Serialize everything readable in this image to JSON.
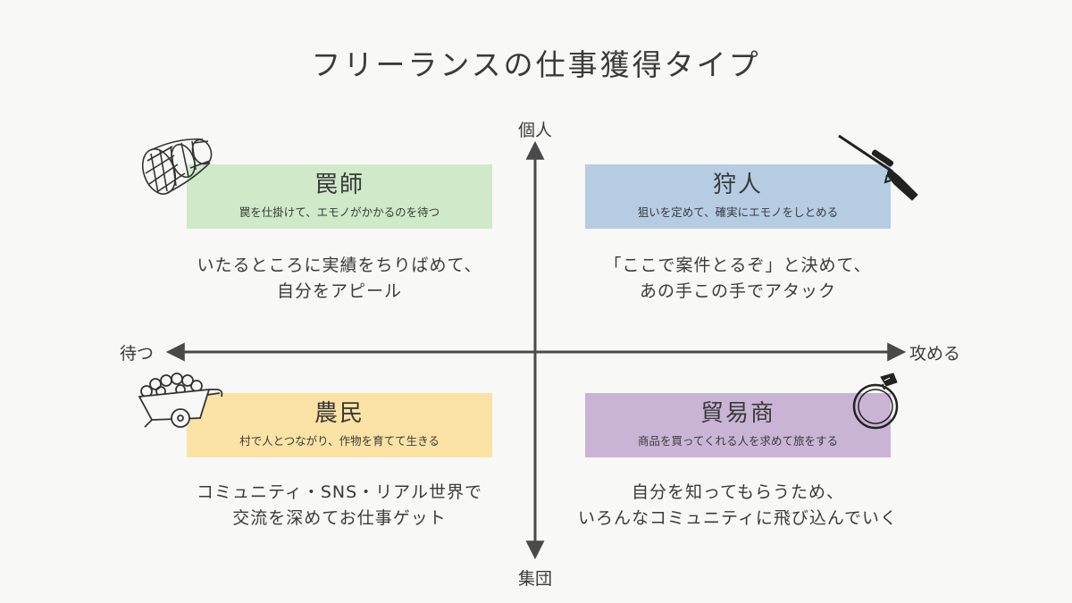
{
  "title": "フリーランスの仕事獲得タイプ",
  "axes": {
    "top": "個人",
    "bottom": "集団",
    "left": "待つ",
    "right": "攻める"
  },
  "quadrants": {
    "trapper": {
      "name": "罠師",
      "subtitle": "罠を仕掛けて、エモノがかかるのを待つ",
      "desc_line1": "いたるところに実績をちりばめて、",
      "desc_line2": "自分をアピール",
      "icon": "net-trap-icon",
      "color": "#cfe9c9"
    },
    "hunter": {
      "name": "狩人",
      "subtitle": "狙いを定めて、確実にエモノをしとめる",
      "desc_line1": "「ここで案件とるぞ」と決めて、",
      "desc_line2": "あの手この手でアタック",
      "icon": "rifle-icon",
      "color": "#b5cce3"
    },
    "farmer": {
      "name": "農民",
      "subtitle": "村で人とつながり、作物を育てて生きる",
      "desc_line1": "コミュニティ・SNS・リアル世界で",
      "desc_line2": "交流を深めてお仕事ゲット",
      "icon": "harvest-cart-icon",
      "color": "#fbe3a5"
    },
    "trader": {
      "name": "貿易商",
      "subtitle": "商品を買ってくれる人を求めて旅をする",
      "desc_line1": "自分を知ってもらうため、",
      "desc_line2": "いろんなコミュニティに飛び込んでいく",
      "icon": "diamond-ring-icon",
      "color": "#c9b4d6"
    }
  }
}
